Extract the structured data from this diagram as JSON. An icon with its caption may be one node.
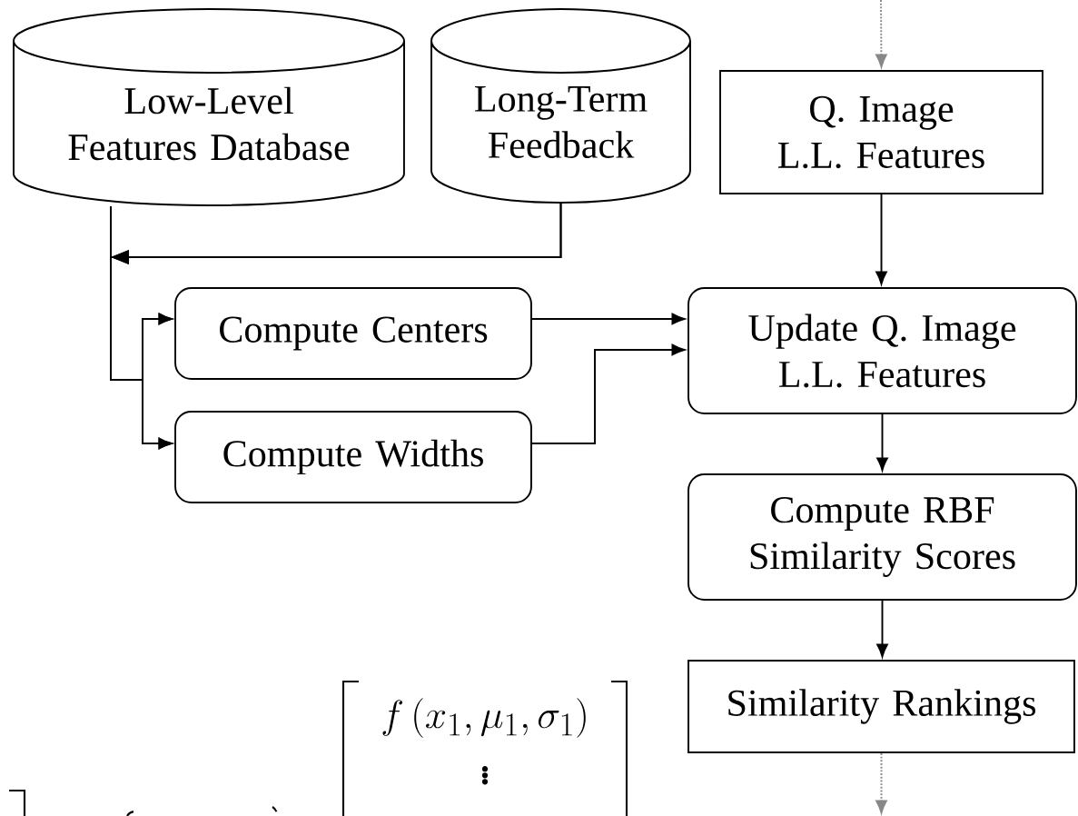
{
  "diagram": {
    "nodes": [
      {
        "text": [
          "Low-Level Features Database"
        ]
      },
      {
        "text": [
          "Long-Term Feedback"
        ]
      },
      {
        "text": [
          "Q. Image L.L. Features"
        ]
      },
      {
        "text": [
          "Compute Centers"
        ]
      },
      {
        "text": [
          "Compute Widths"
        ]
      },
      {
        "text": [
          "Update Q. Image L.L. Features"
        ]
      },
      {
        "text": [
          "Compute RBF Similarity Scores"
        ]
      },
      {
        "text": [
          "Similarity Rankings"
        ]
      }
    ],
    "edges": [
      {
        "from": null,
        "to": 2,
        "arrow": "to",
        "style": "dashed",
        "color": "#888888"
      },
      {
        "from": 2,
        "to": 5,
        "arrow": "to"
      },
      {
        "from": 0,
        "to": 3,
        "arrow": "to"
      },
      {
        "from": 0,
        "to": 4,
        "arrow": "to"
      },
      {
        "from": 1,
        "to": 3,
        "arrow": "to"
      },
      {
        "from": 1,
        "to": 4,
        "arrow": "to"
      },
      {
        "from": 3,
        "to": 5,
        "arrow": "to"
      },
      {
        "from": 4,
        "to": 5,
        "arrow": "to"
      },
      {
        "from": 5,
        "to": 6,
        "arrow": "to"
      },
      {
        "from": 6,
        "to": 7,
        "arrow": "to"
      },
      {
        "from": 7,
        "to": null,
        "arrow": "to",
        "style": "dashed",
        "color": "#888888"
      }
    ],
    "labels": [
      "f\\left(x_1,\\mu_1,\\sigma_1\\right)",
      "\\vdots"
    ]
  }
}
